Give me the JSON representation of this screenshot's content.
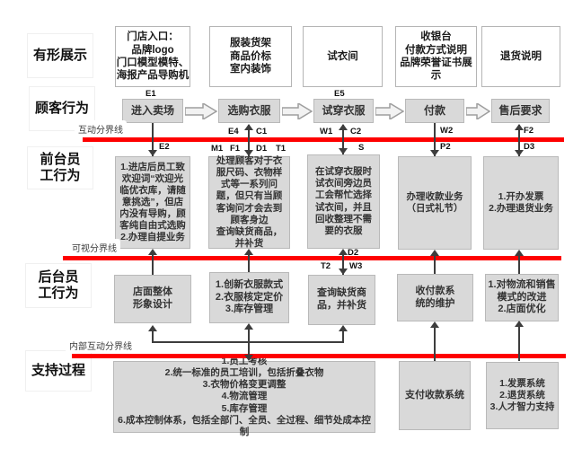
{
  "row_labels": {
    "tangible": "有形展示",
    "customer": "顾客行为",
    "frontstage": "前台员\n工行为",
    "backstage": "后台员\n工行为",
    "support": "支持过程"
  },
  "lines": {
    "interaction": "互动分界线",
    "visibility": "可视分界线",
    "internal": "内部互动分界线",
    "color": "#fe0000"
  },
  "tangible": [
    "门店入口：\n品牌logo\n门口模型模特、\n海报产品导购机",
    "服装货架\n商品价标\n室内装饰",
    "试衣间",
    "收银台\n付款方式说明\n品牌荣誉证书展示",
    "退货说明"
  ],
  "customer": [
    "进入卖场",
    "选购衣服",
    "试穿衣服",
    "付款",
    "售后要求"
  ],
  "frontstage": [
    "1.进店后员工致欢迎词“欢迎光临优衣库，请随意挑选”，但店内没有导购，顾客纯自由式选购\n2.办理自提业务",
    "处理顾客对于衣服尺码、衣物样式等一系列问题，但只有当顾客询问才会去到顾客身边\n查询缺货商品，并补货",
    "在试穿衣服时试衣间旁边员工会帮忙选择试衣间，并且回收整理不需要的衣服",
    "办理收款业务\n（日式礼节）",
    "1.开办发票\n2.办理退货业务"
  ],
  "backstage": [
    "店面整体\n形象设计",
    "1.创新衣服款式\n2.衣服核定定价\n3.库存管理",
    "查询缺货商品，并补货",
    "收付款系\n统的维护",
    "1.对物流和销售模式的改进\n2.店面优化"
  ],
  "support": [
    "1.员工考核\n2.统一标准的员工培训，包括折叠衣物\n3.衣物价格变更调整\n4.物流管理\n5.库存管理\n6.成本控制体系，包括全部门、全员、全过程、细节处成本控制",
    "支付收款系统",
    "1.发票系统\n2.退货系统\n3.人才智力支持"
  ],
  "codes": {
    "e1": "E1",
    "e2": "E2",
    "e4": "E4",
    "c1": "C1",
    "m1": "M1",
    "f1": "F1",
    "d1": "D1",
    "t1": "T1",
    "e5": "E5",
    "w1": "W1",
    "c2": "C2",
    "s": "S",
    "w2": "W2",
    "p2": "P2",
    "f2": "F2",
    "d3": "D3",
    "d2": "D2",
    "t2": "T2",
    "w3": "W3"
  }
}
